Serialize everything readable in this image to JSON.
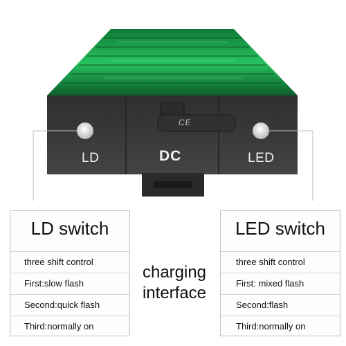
{
  "device": {
    "left_button_label": "LD",
    "center_label": "DC",
    "right_button_label": "LED",
    "cert_mark": "CE",
    "colors": {
      "lens_green": "#1fae55",
      "housing": "#3b3b3b",
      "button": "#d9d9d9"
    }
  },
  "left_panel": {
    "title": "LD switch",
    "rows": [
      "three shift control",
      "First:slow flash",
      "Second:quick flash",
      "Third:normally on"
    ]
  },
  "right_panel": {
    "title": "LED switch",
    "rows": [
      "three shift control",
      "First: mixed flash",
      "Second:flash",
      "Third:normally on"
    ]
  },
  "charging": {
    "line1": "charging",
    "line2": "interface"
  }
}
